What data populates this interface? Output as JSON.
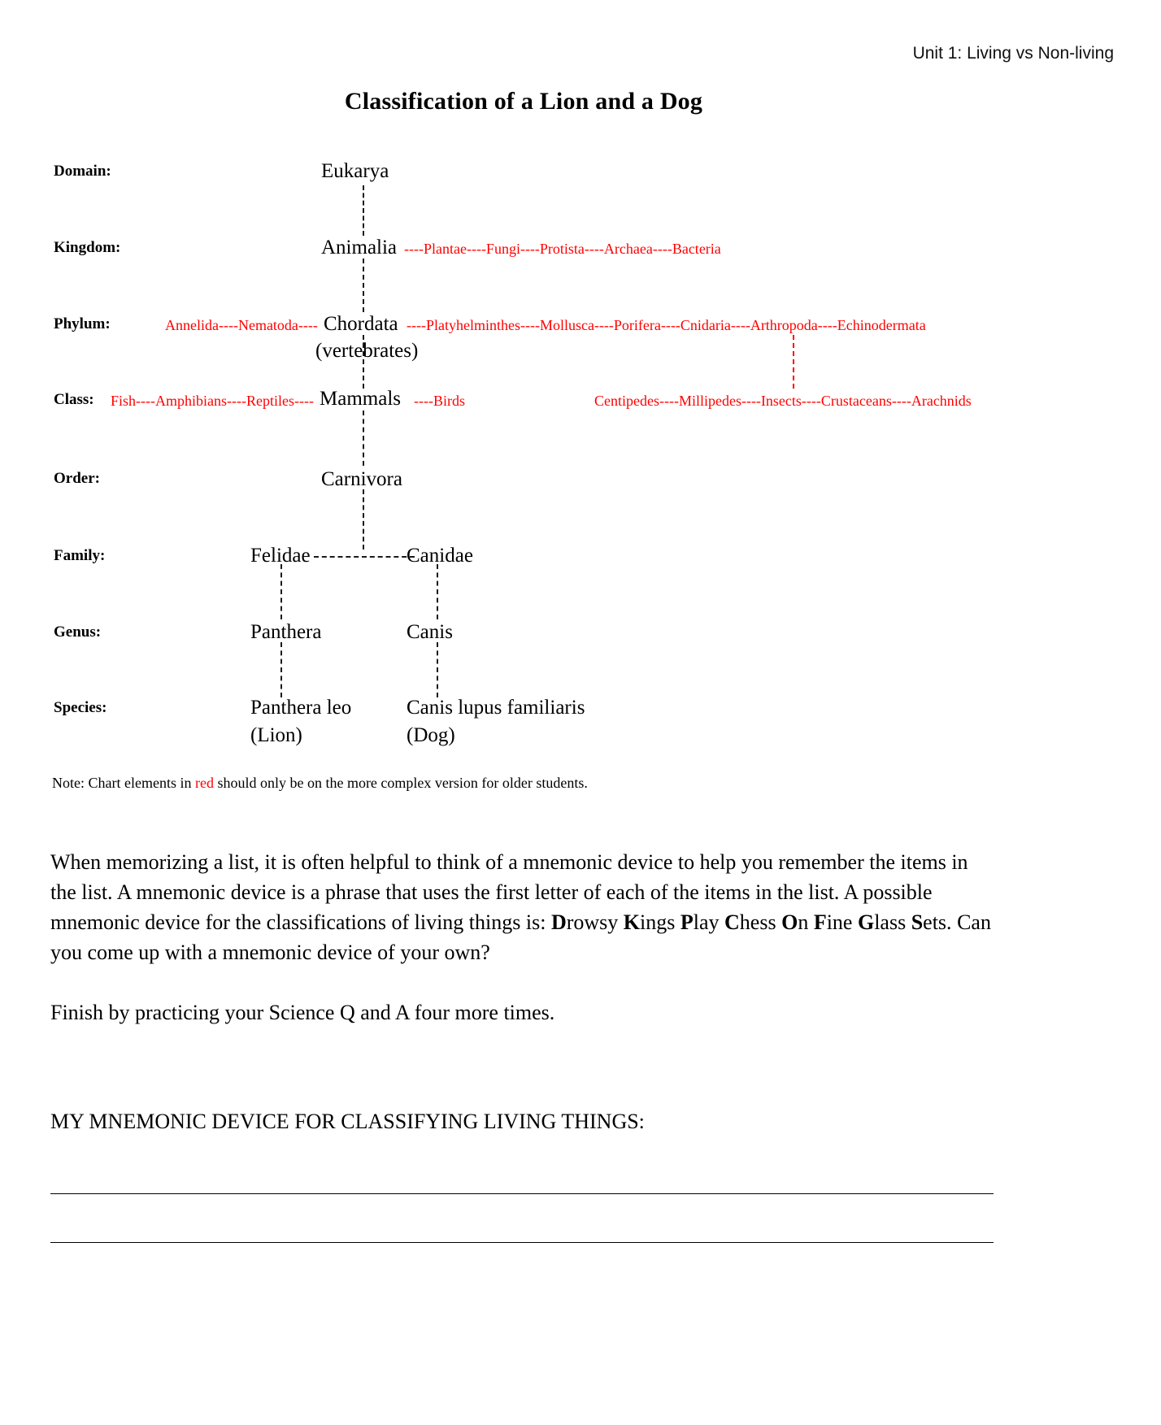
{
  "header": {
    "unit": "Unit 1: Living vs Non-living"
  },
  "title": "Classification of a Lion and a Dog",
  "chart_data": {
    "type": "diagram",
    "title": "Classification of a Lion and a Dog",
    "rank_labels": [
      "Domain:",
      "Kingdom:",
      "Phylum:",
      "Class:",
      "Order:",
      "Family:",
      "Genus:",
      "Species:"
    ],
    "ranks": {
      "domain": {
        "label": "Domain:",
        "main": "Eukarya",
        "alternatives_left": "",
        "alternatives_right": ""
      },
      "kingdom": {
        "label": "Kingdom:",
        "main": "Animalia",
        "alternatives_left": "",
        "alternatives_right": "----Plantae----Fungi----Protista----Archaea----Bacteria"
      },
      "phylum": {
        "label": "Phylum:",
        "main": "Chordata",
        "subtitle": "(vertebrates)",
        "alternatives_left": "Annelida----Nematoda----",
        "alternatives_right": "----Platyhelminthes----Mollusca----Porifera----Cnidaria----Arthropoda----Echinodermata"
      },
      "class": {
        "label": "Class:",
        "main": "Mammals",
        "alternatives_left": "Fish----Amphibians----Reptiles----",
        "alternatives_right": "----Birds",
        "arthropod_classes": "Centipedes----Millipedes----Insects----Crustaceans----Arachnids"
      },
      "order": {
        "label": "Order:",
        "main": "Carnivora"
      },
      "family": {
        "label": "Family:",
        "left": "Felidae",
        "right": "Canidae"
      },
      "genus": {
        "label": "Genus:",
        "left": "Panthera",
        "right": "Canis"
      },
      "species": {
        "label": "Species:",
        "left_name": "Panthera leo",
        "left_common": "(Lion)",
        "right_name": "Canis lupus familiaris",
        "right_common": "(Dog)"
      }
    },
    "legend_note": "Chart elements in red should only be on the more complex version for older students."
  },
  "note": {
    "prefix": "Note:  Chart elements in ",
    "red_word": "red",
    "suffix": " should only be on the more complex version for older students."
  },
  "body": {
    "paragraph1_part1": "When memorizing a list, it is often helpful to think of a mnemonic device to help you remember the items in the list.  A mnemonic device is a phrase that uses the first letter of each of the items in the list.  A possible mnemonic device for the classifications of living things is:  ",
    "mnemonic": [
      {
        "bold": "D",
        "rest": "rowsy "
      },
      {
        "bold": "K",
        "rest": "ings "
      },
      {
        "bold": "P",
        "rest": "lay "
      },
      {
        "bold": "C",
        "rest": "hess "
      },
      {
        "bold": "O",
        "rest": "n "
      },
      {
        "bold": "F",
        "rest": "ine "
      },
      {
        "bold": "G",
        "rest": "lass "
      },
      {
        "bold": "S",
        "rest": "ets."
      }
    ],
    "paragraph1_part2": "  Can you come up with a mnemonic device of your own?",
    "paragraph2": "Finish by practicing your Science Q and A four more times.",
    "prompt": "MY MNEMONIC DEVICE FOR CLASSIFYING LIVING THINGS:"
  },
  "colors": {
    "red": "#ff0000",
    "text": "#000000"
  }
}
